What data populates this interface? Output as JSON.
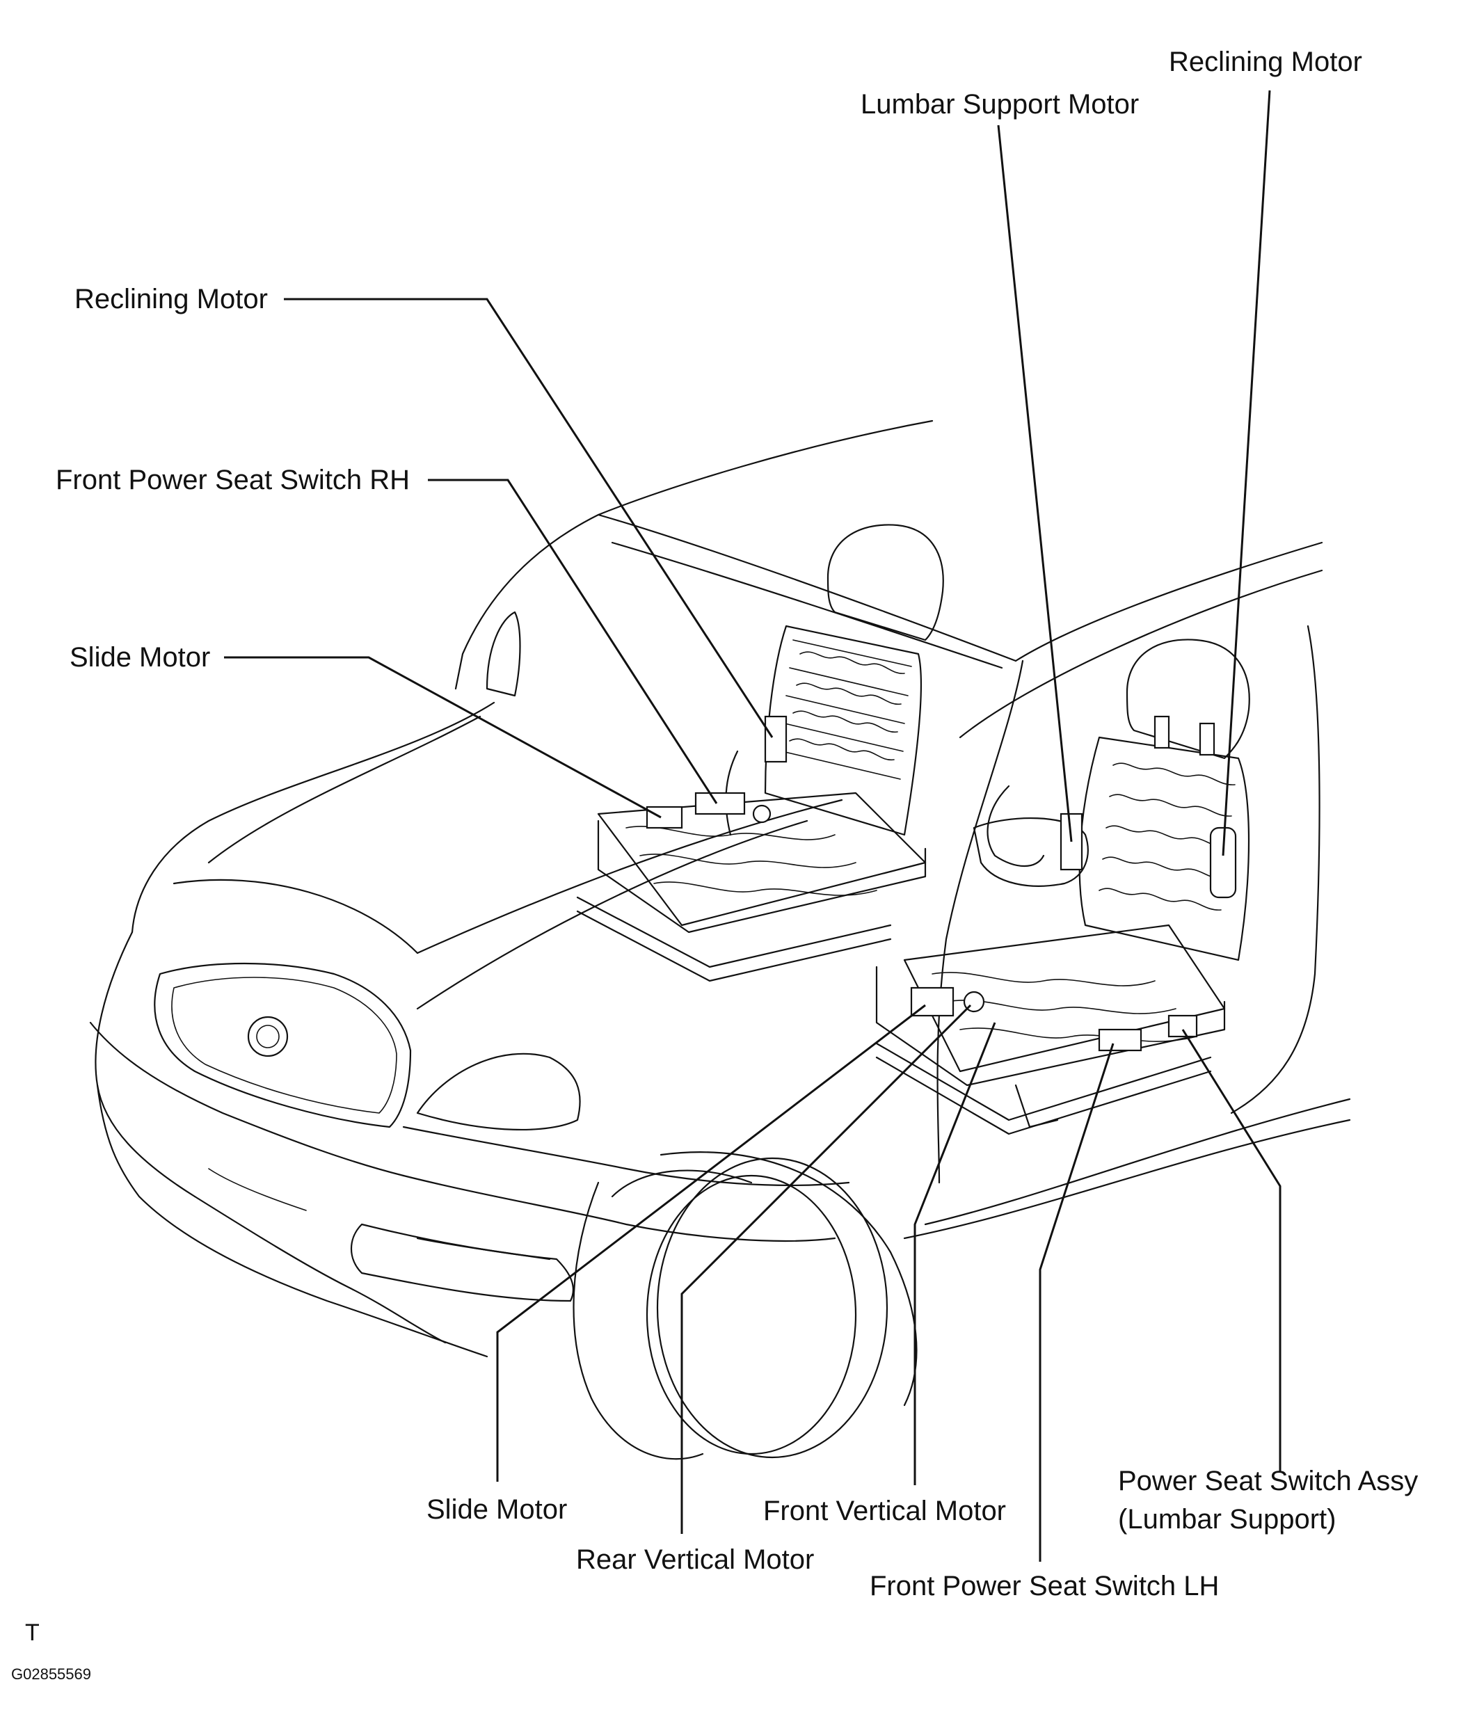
{
  "labels": {
    "reclining_motor_rh": "Reclining Motor",
    "front_power_seat_switch_rh": "Front Power Seat Switch RH",
    "slide_motor_rh": "Slide Motor",
    "lumbar_support_motor": "Lumbar Support Motor",
    "reclining_motor_lh": "Reclining Motor",
    "slide_motor_lh": "Slide Motor",
    "rear_vertical_motor": "Rear Vertical Motor",
    "front_vertical_motor": "Front Vertical Motor",
    "front_power_seat_switch_lh": "Front Power Seat Switch LH",
    "power_seat_switch_assy_line1": "Power Seat Switch Assy",
    "power_seat_switch_assy_line2": "(Lumbar Support)"
  },
  "footer": {
    "mark": "T",
    "figure_id": "G02855569"
  }
}
